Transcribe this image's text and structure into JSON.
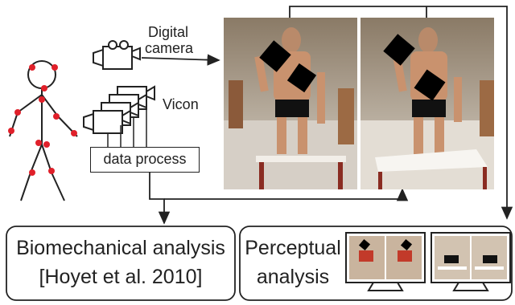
{
  "labels": {
    "digital_camera_line1": "Digital",
    "digital_camera_line2": "camera",
    "vicon": "Vicon",
    "data_process": "data process"
  },
  "boxes": {
    "biomechanical_line1": "Biomechanical analysis",
    "biomechanical_line2": "[Hoyet et al. 2010]",
    "perceptual_line1": "Perceptual",
    "perceptual_line2": "analysis"
  },
  "colors": {
    "marker": "#e0202a",
    "stroke": "#222222",
    "skin": "#c9926e",
    "shorts": "#111111"
  },
  "icons": [
    "stick-figure-icon",
    "camera-icon",
    "vicon-camera-icon",
    "monitor-icon"
  ]
}
